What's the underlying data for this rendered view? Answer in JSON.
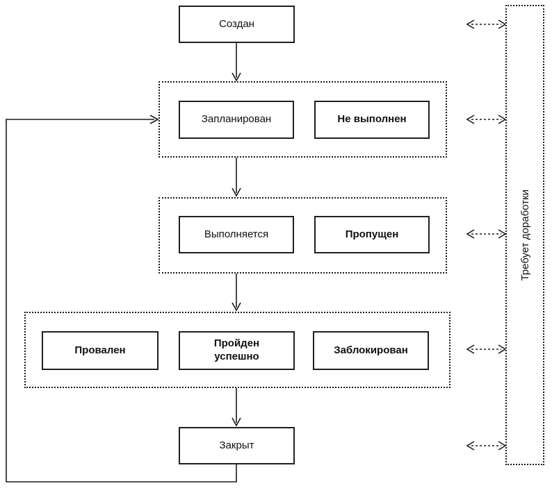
{
  "diagram": {
    "background_color": "#ffffff",
    "line_color": "#1a1a1a",
    "nodes": [
      {
        "id": "created",
        "label": "Создан",
        "emphasis": "normal"
      },
      {
        "id": "planned",
        "label": "Запланирован",
        "emphasis": "normal"
      },
      {
        "id": "not-executed",
        "label": "Не выполнен",
        "emphasis": "bold"
      },
      {
        "id": "in-progress",
        "label": "Выполняется",
        "emphasis": "normal"
      },
      {
        "id": "skipped",
        "label": "Пропущен",
        "emphasis": "bold"
      },
      {
        "id": "failed",
        "label": "Провален",
        "emphasis": "bold"
      },
      {
        "id": "passed",
        "label": "Пройден успешно",
        "emphasis": "bold"
      },
      {
        "id": "blocked",
        "label": "Заблокирован",
        "emphasis": "bold"
      },
      {
        "id": "closed",
        "label": "Закрыт",
        "emphasis": "normal"
      }
    ],
    "side_panel": {
      "label": "Требует доработки"
    }
  }
}
